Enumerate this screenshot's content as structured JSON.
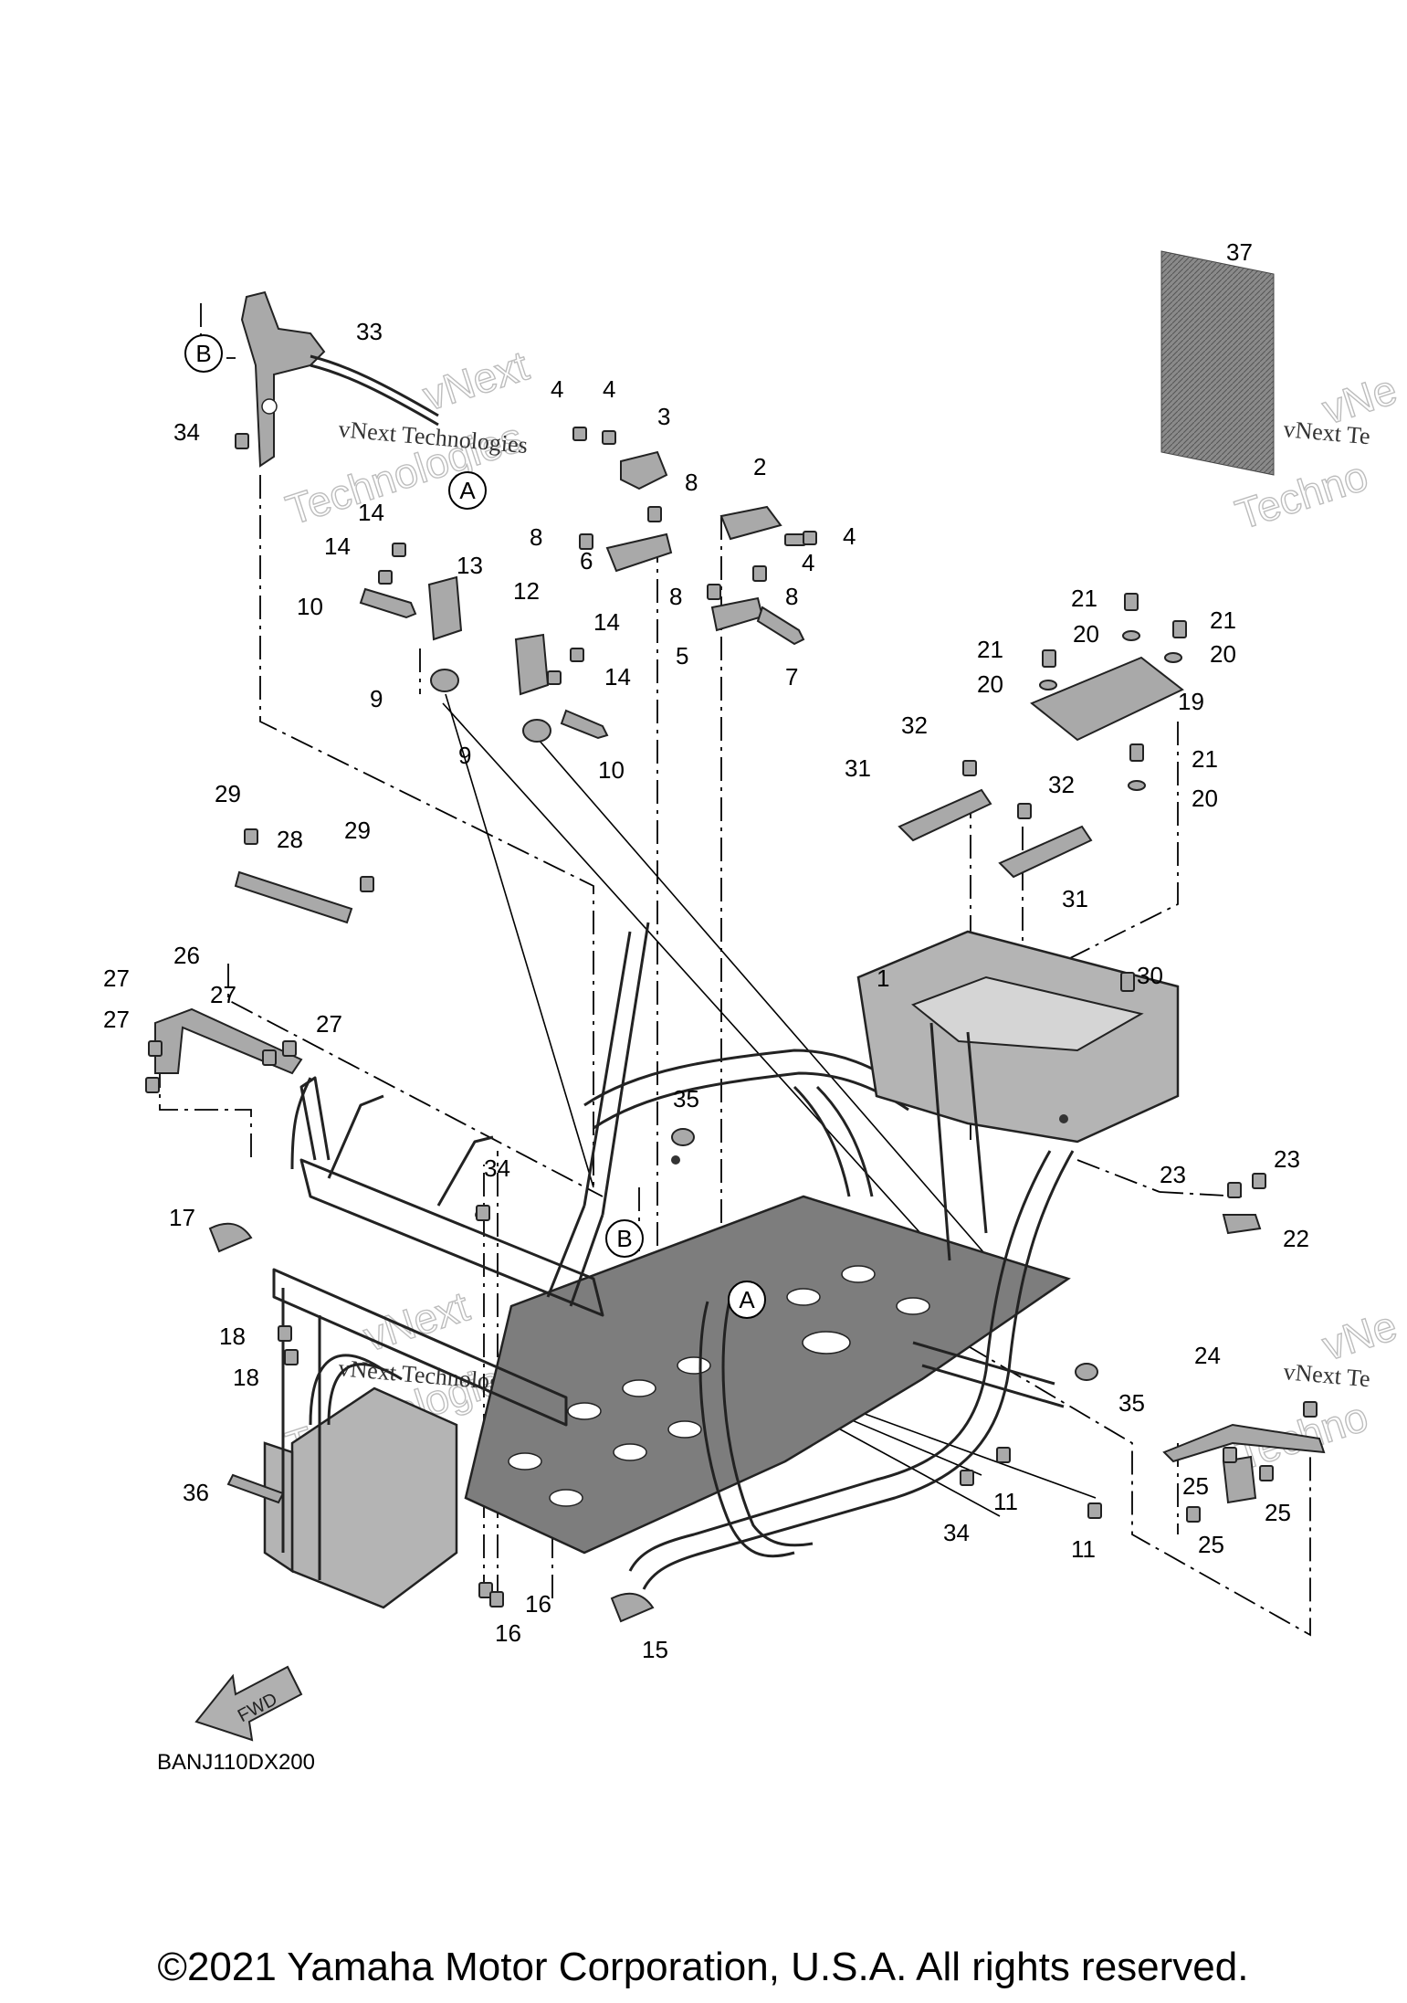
{
  "watermark": {
    "name": "vNext Technologies",
    "name_partial": "vNext Te",
    "word_top": "vNext",
    "word_bottom": "Technologies",
    "word_partial_top": "vNe",
    "word_partial_bottom": "Techno"
  },
  "diagram_code": "BANJ110DX200",
  "fwd_label": "FWD",
  "copyright": "©2021 Yamaha Motor Corporation, U.S.A. All rights reserved.",
  "reference_marks": {
    "a": "A",
    "b": "B"
  },
  "callouts": {
    "c1": "1",
    "c2": "2",
    "c3": "3",
    "c4a": "4",
    "c4b": "4",
    "c4c": "4",
    "c4d": "4",
    "c5": "5",
    "c6": "6",
    "c7": "7",
    "c8a": "8",
    "c8b": "8",
    "c8c": "8",
    "c8d": "8",
    "c9a": "9",
    "c9b": "9",
    "c10a": "10",
    "c10b": "10",
    "c11a": "11",
    "c11b": "11",
    "c12": "12",
    "c13": "13",
    "c14a": "14",
    "c14b": "14",
    "c14c": "14",
    "c14d": "14",
    "c15": "15",
    "c16a": "16",
    "c16b": "16",
    "c17": "17",
    "c18a": "18",
    "c18b": "18",
    "c19": "19",
    "c20a": "20",
    "c20b": "20",
    "c20c": "20",
    "c20d": "20",
    "c21a": "21",
    "c21b": "21",
    "c21c": "21",
    "c21d": "21",
    "c22": "22",
    "c23a": "23",
    "c23b": "23",
    "c24": "24",
    "c25a": "25",
    "c25b": "25",
    "c25c": "25",
    "c26": "26",
    "c27a": "27",
    "c27b": "27",
    "c27c": "27",
    "c27d": "27",
    "c28": "28",
    "c29a": "29",
    "c29b": "29",
    "c30": "30",
    "c31a": "31",
    "c31b": "31",
    "c32a": "32",
    "c32b": "32",
    "c33": "33",
    "c34a": "34",
    "c34b": "34",
    "c34c": "34",
    "c35a": "35",
    "c35b": "35",
    "c36": "36",
    "c37": "37"
  }
}
